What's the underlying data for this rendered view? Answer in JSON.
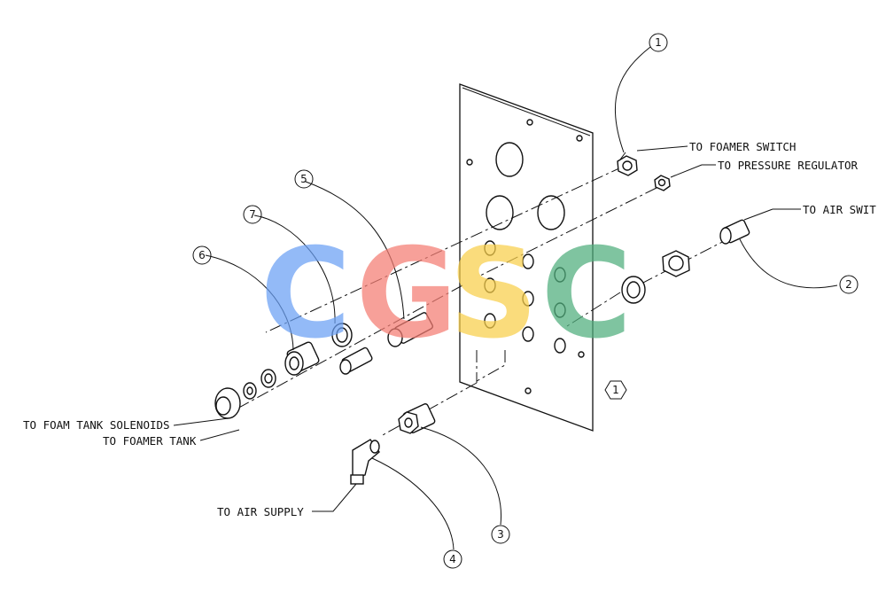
{
  "callouts": [
    {
      "id": "balloon-1",
      "text": "1"
    },
    {
      "id": "balloon-2",
      "text": "2"
    },
    {
      "id": "balloon-3",
      "text": "3"
    },
    {
      "id": "balloon-4",
      "text": "4"
    },
    {
      "id": "balloon-5",
      "text": "5"
    },
    {
      "id": "balloon-6",
      "text": "6"
    },
    {
      "id": "balloon-7",
      "text": "7"
    }
  ],
  "panel_tag": "1",
  "labels": {
    "foamer_switch": "TO FOAMER SWITCH",
    "pressure_regulator": "TO PRESSURE REGULATOR",
    "air_switch": "TO AIR SWIT",
    "foam_tank_solenoids": "TO FOAM TANK SOLENOIDS",
    "foamer_tank": "TO FOAMER TANK",
    "air_supply": "TO AIR SUPPLY"
  },
  "watermark": {
    "letters": [
      {
        "text": "C",
        "color": "#6aa0f5"
      },
      {
        "text": "G",
        "color": "#f47c72"
      },
      {
        "text": "S",
        "color": "#f9cf4a"
      },
      {
        "text": "C",
        "color": "#4fae7c"
      }
    ]
  }
}
